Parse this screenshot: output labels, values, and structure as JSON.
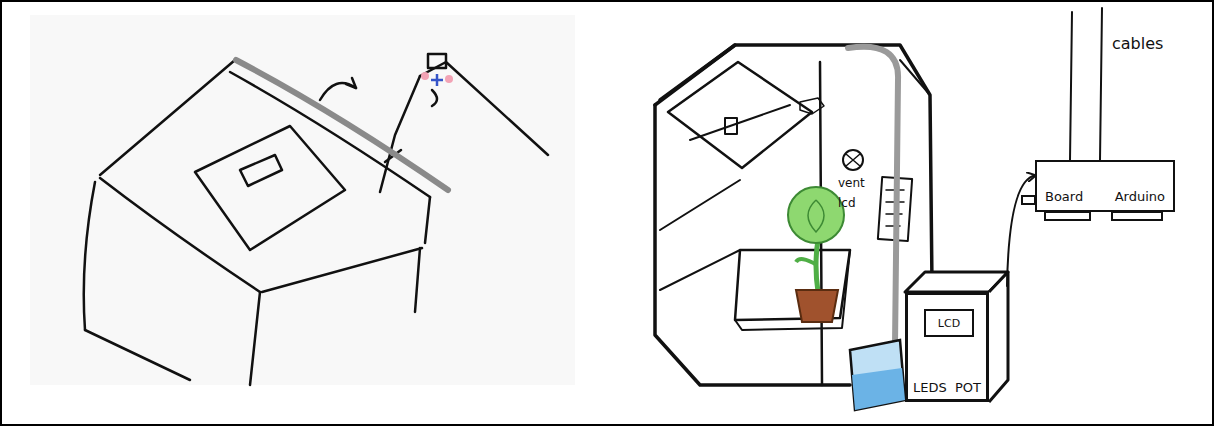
{
  "diagram": {
    "nodes": [
      {
        "text": [
          "LEDS",
          "POT"
        ]
      },
      {
        "text": [
          "LCD"
        ],
        "in": 0
      },
      {
        "text": [
          "Board",
          "Arduino"
        ]
      }
    ],
    "edges": [
      {
        "from": 0,
        "to": 2,
        "arrow": "to"
      }
    ],
    "labels": [
      "vent",
      "lcd",
      "cables"
    ]
  }
}
